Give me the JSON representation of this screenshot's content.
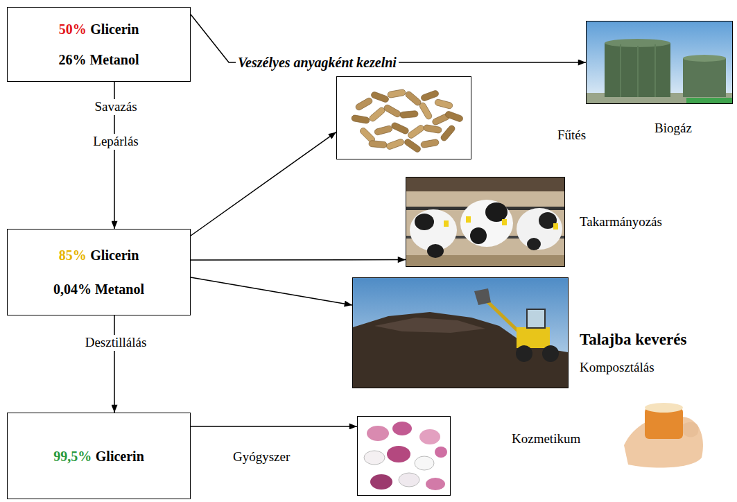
{
  "diagram": {
    "nodes": [
      {
        "text": [
          "50%",
          "Glicerin",
          "26% Metanol"
        ]
      },
      {
        "text": [
          "85%",
          "Glicerin",
          "0,04% Metanol"
        ]
      },
      {
        "text": [
          "99,5%",
          "Glicerin"
        ]
      },
      {
        "text": [
          "Biogáz"
        ]
      },
      {
        "text": [
          "Fűtés"
        ]
      },
      {
        "text": [
          "Takarmányozás"
        ]
      },
      {
        "text": [
          "Talajba keverés",
          "Komposztálás"
        ]
      },
      {
        "text": [
          "Gyógyszer"
        ]
      }
    ],
    "edges": [
      {
        "from": 0,
        "to": 3,
        "label": "Veszélyes anyagként kezelni",
        "arrow": "to"
      },
      {
        "from": 0,
        "to": 1,
        "arrow": "to"
      },
      {
        "from": 1,
        "to": 4,
        "arrow": "to"
      },
      {
        "from": 1,
        "to": 5,
        "arrow": "to"
      },
      {
        "from": 1,
        "to": 6,
        "arrow": "to"
      },
      {
        "from": 1,
        "to": 2,
        "arrow": "to"
      },
      {
        "from": 2,
        "to": 7,
        "arrow": "to"
      }
    ],
    "labels": [
      "Savazás",
      "Lepárlás",
      "Desztillálás",
      "Kozmetikum"
    ]
  }
}
